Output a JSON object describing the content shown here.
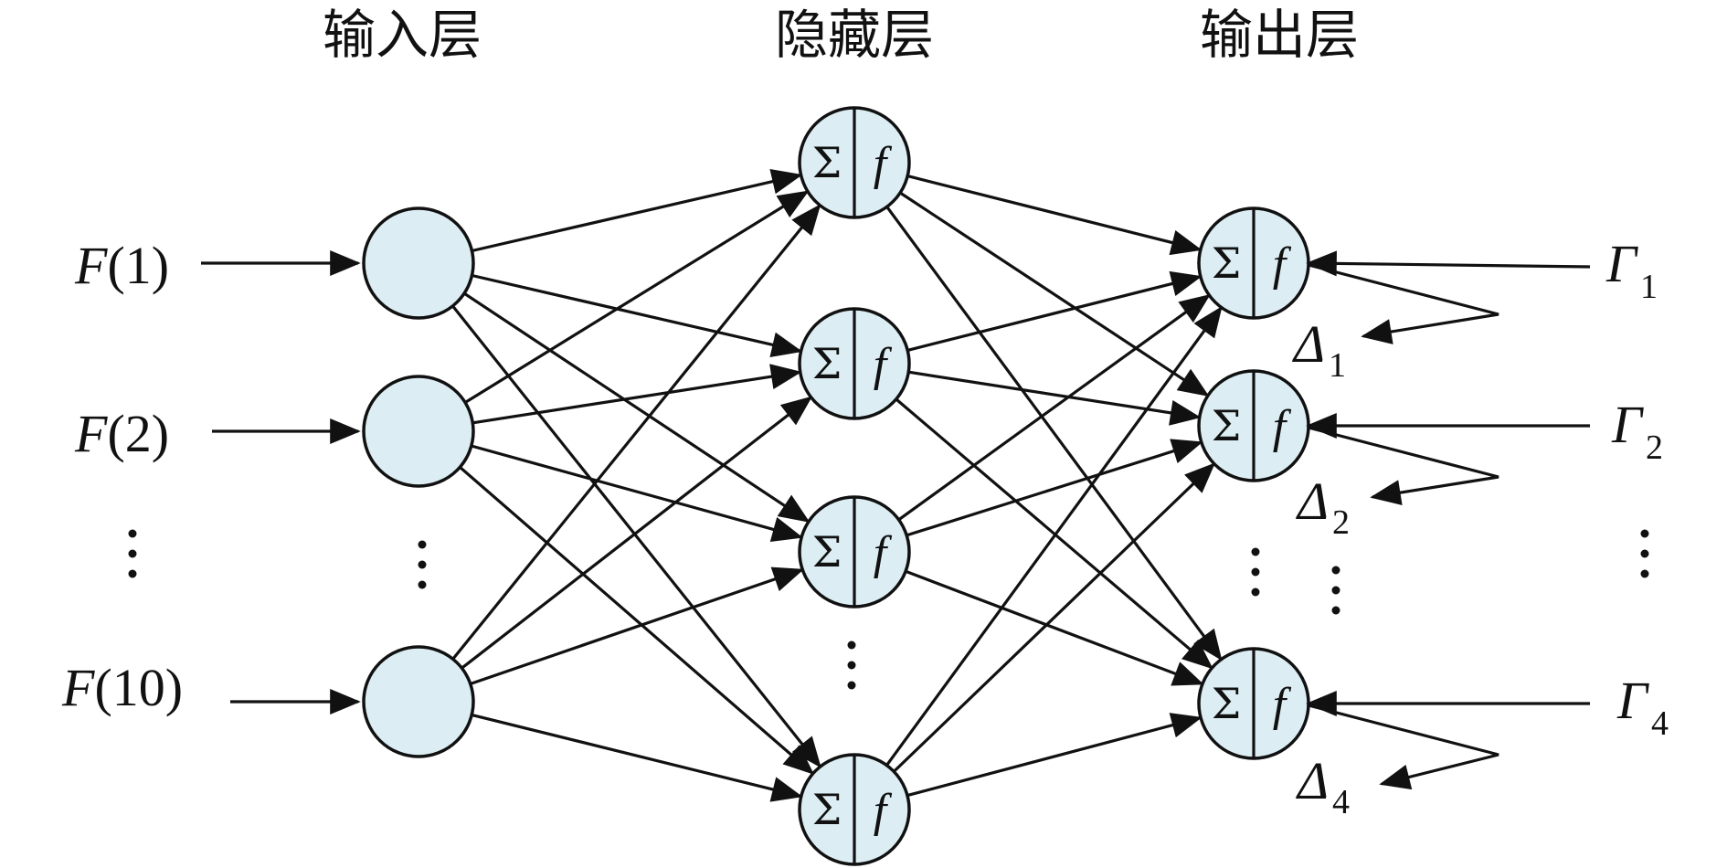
{
  "layers": {
    "input_title": "输入层",
    "hidden_title": "隐藏层",
    "output_title": "输出层"
  },
  "inputs": [
    {
      "name": "F",
      "arg": "1"
    },
    {
      "name": "F",
      "arg": "2"
    },
    {
      "name": "F",
      "arg": "10"
    }
  ],
  "node_symbols": {
    "sum": "Σ",
    "func": "f"
  },
  "targets": [
    {
      "name": "Γ",
      "sub": "1"
    },
    {
      "name": "Γ",
      "sub": "2"
    },
    {
      "name": "Γ",
      "sub": "4"
    }
  ],
  "errors": [
    {
      "name": "Δ",
      "sub": "1"
    },
    {
      "name": "Δ",
      "sub": "2"
    },
    {
      "name": "Δ",
      "sub": "4"
    }
  ],
  "colors": {
    "node_fill": "#dceef4",
    "stroke": "#111111"
  },
  "ellipsis": "⋮"
}
